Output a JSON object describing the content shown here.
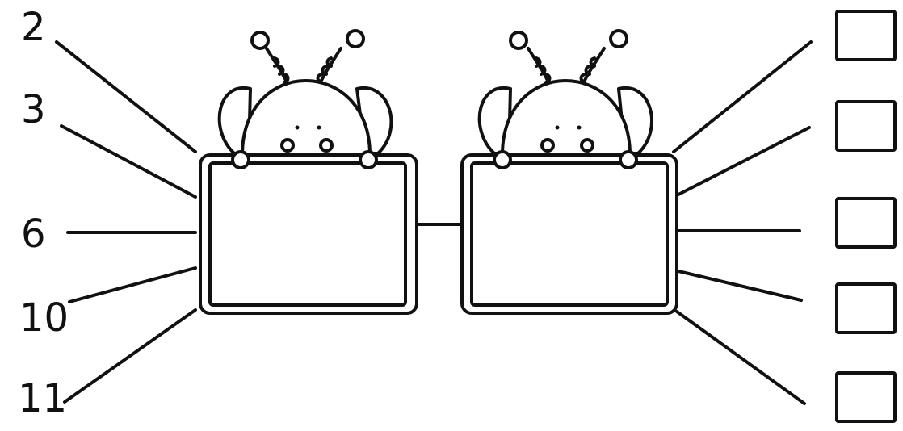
{
  "worksheet": {
    "left_numbers": [
      "2",
      "3",
      "6",
      "10",
      "11"
    ],
    "answer_boxes_count": 5,
    "colors": {
      "line": "#111111",
      "background": "#ffffff"
    }
  }
}
